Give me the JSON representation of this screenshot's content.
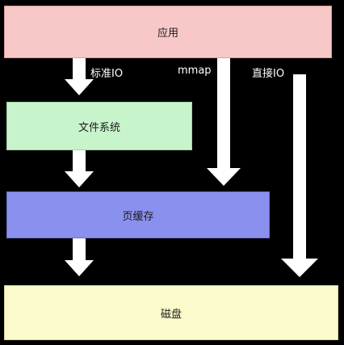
{
  "layers": {
    "app": "应用",
    "filesystem": "文件系统",
    "page_cache": "页缓存",
    "disk": "磁盘"
  },
  "paths": {
    "standard_io": "标准IO",
    "mmap": "mmap",
    "direct_io": "直接IO"
  },
  "colors": {
    "background": "#000000",
    "app": "#f8c8c8",
    "filesystem": "#c8f4cc",
    "page_cache": "#8a90ee",
    "disk": "#fafaca",
    "arrow": "#ffffff"
  }
}
